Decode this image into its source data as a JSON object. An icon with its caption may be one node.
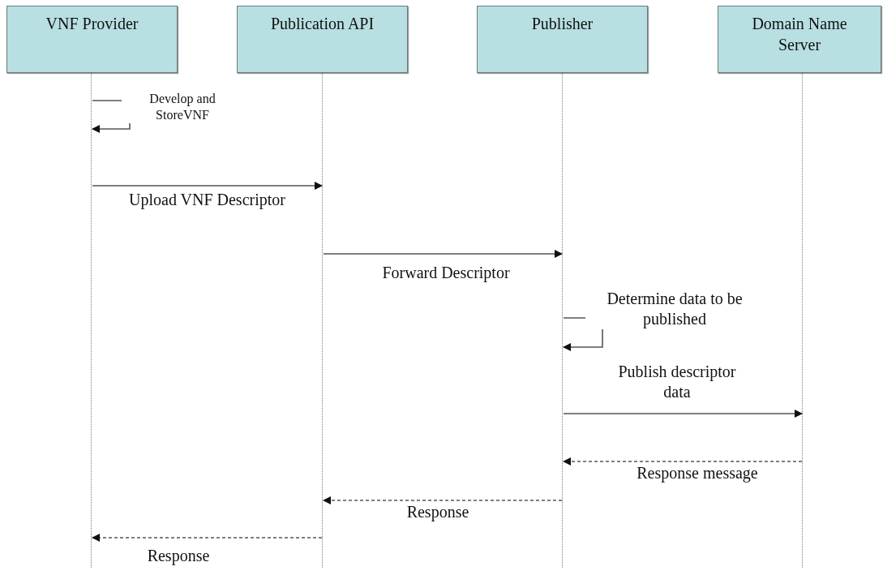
{
  "diagram": {
    "nodes": [
      {
        "text": [
          "VNF Provider"
        ]
      },
      {
        "text": [
          "Publication API"
        ]
      },
      {
        "text": [
          "Publisher"
        ]
      },
      {
        "text": [
          "Domain Name Server"
        ]
      },
      {
        "text": [],
        "shape": "line"
      },
      {
        "text": [],
        "shape": "line"
      },
      {
        "text": [],
        "shape": "line"
      },
      {
        "text": [],
        "shape": "line"
      }
    ],
    "edges": [
      {
        "from": 4,
        "to": 4,
        "arrow": "to",
        "label": "Develop and StoreVNF"
      },
      {
        "from": 4,
        "to": 5,
        "arrow": "to",
        "label": "Upload VNF Descriptor"
      },
      {
        "from": 5,
        "to": 6,
        "arrow": "to",
        "label": "Forward Descriptor"
      },
      {
        "from": 6,
        "to": 6,
        "arrow": "to",
        "label": "Determine data to be published"
      },
      {
        "from": 6,
        "to": 7,
        "arrow": "to",
        "label": "Publish descriptor data"
      },
      {
        "from": 7,
        "to": 6,
        "arrow": "to",
        "label": "Response message",
        "style": "dashed"
      },
      {
        "from": 6,
        "to": 5,
        "arrow": "to",
        "label": "Response",
        "style": "dashed"
      },
      {
        "from": 5,
        "to": 4,
        "arrow": "to",
        "label": "Response",
        "style": "dashed"
      }
    ]
  }
}
